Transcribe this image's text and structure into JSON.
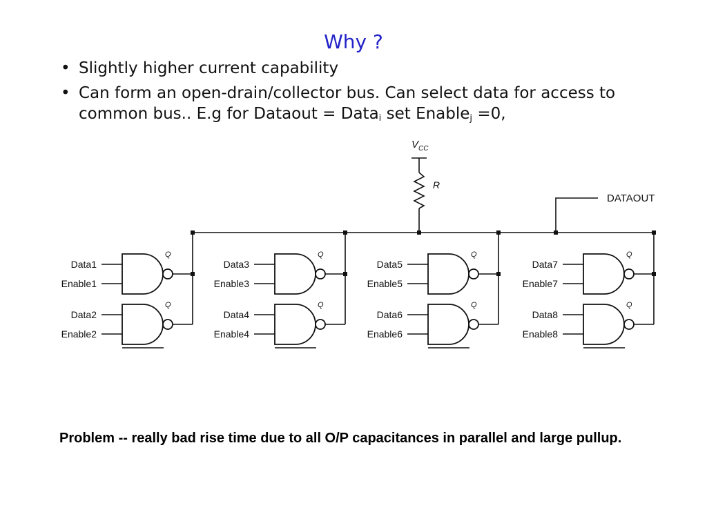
{
  "slide": {
    "title": "Why ?",
    "bullets": [
      {
        "text": "Slightly higher current capability"
      },
      {
        "prefix": "Can form an open-drain/collector bus. Can select data for access to common bus.. E.g for Dataout = Data",
        "sub1": "i",
        "mid": " set Enable",
        "sub2": "j",
        "suffix": " =0,"
      }
    ],
    "problem": "Problem -- really bad rise time due to all O/P capacitances in parallel and large pullup."
  },
  "diagram": {
    "vcc_label": "V",
    "vcc_sub": "CC",
    "resistor_label": "R",
    "output_label": "DATAOUT",
    "gate_output_label": "Q",
    "gates": [
      {
        "data": "Data1",
        "enable": "Enable1"
      },
      {
        "data": "Data2",
        "enable": "Enable2"
      },
      {
        "data": "Data3",
        "enable": "Enable3"
      },
      {
        "data": "Data4",
        "enable": "Enable4"
      },
      {
        "data": "Data5",
        "enable": "Enable5"
      },
      {
        "data": "Data6",
        "enable": "Enable6"
      },
      {
        "data": "Data7",
        "enable": "Enable7"
      },
      {
        "data": "Data8",
        "enable": "Enable8"
      }
    ]
  }
}
